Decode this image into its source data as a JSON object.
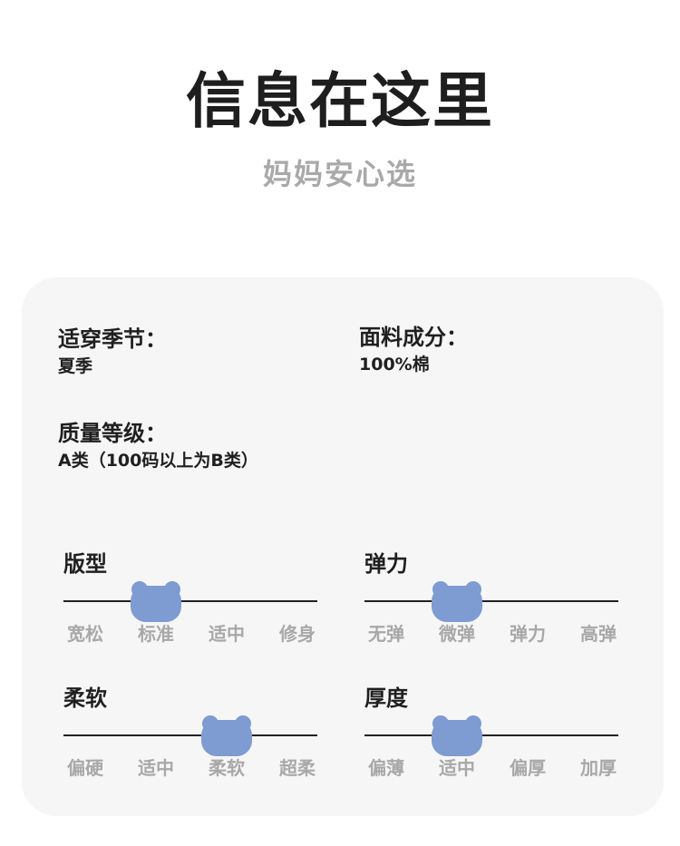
{
  "header": {
    "title": "信息在这里",
    "subtitle": "妈妈安心选"
  },
  "info": {
    "season_label": "适穿季节：",
    "season_value": "夏季",
    "fabric_label": "面料成分：",
    "fabric_value": "100%棉",
    "grade_label": "质量等级：",
    "grade_value": "A类（100码以上为B类）"
  },
  "scales": {
    "fit": {
      "title": "版型",
      "options": [
        "宽松",
        "标准",
        "适中",
        "修身"
      ],
      "selected_index": 1
    },
    "elasticity": {
      "title": "弹力",
      "options": [
        "无弹",
        "微弹",
        "弹力",
        "高弹"
      ],
      "selected_index": 1
    },
    "softness": {
      "title": "柔软",
      "options": [
        "偏硬",
        "适中",
        "柔软",
        "超柔"
      ],
      "selected_index": 2
    },
    "thickness": {
      "title": "厚度",
      "options": [
        "偏薄",
        "适中",
        "偏厚",
        "加厚"
      ],
      "selected_index": 1
    }
  },
  "colors": {
    "marker": "#7e9bd2",
    "card_background": "#f6f6f6",
    "option_text": "#a8a8a8",
    "subtitle_text": "#a9a9a9"
  },
  "icons": {
    "marker": "bear-head-icon"
  }
}
